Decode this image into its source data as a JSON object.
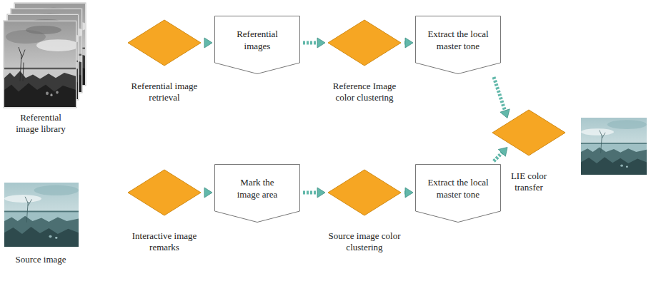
{
  "diagram": {
    "nodes": [
      {
        "text": [
          "Referential image retrieval"
        ]
      },
      {
        "text": [
          "Referential images"
        ]
      },
      {
        "text": [
          "Reference Image color clustering"
        ]
      },
      {
        "text": [
          "Extract the local master tone"
        ]
      },
      {
        "text": [
          "Interactive image remarks"
        ]
      },
      {
        "text": [
          "Mark the image area"
        ]
      },
      {
        "text": [
          "Source image color clustering"
        ]
      },
      {
        "text": [
          "Extract the local master tone"
        ]
      },
      {
        "text": [
          "LIE color transfer"
        ]
      }
    ],
    "edges": [
      {
        "from": 0,
        "to": 1,
        "arrow": "to"
      },
      {
        "from": 1,
        "to": 2,
        "arrow": "to"
      },
      {
        "from": 2,
        "to": 3,
        "arrow": "to"
      },
      {
        "from": 3,
        "to": 8,
        "arrow": "to"
      },
      {
        "from": 4,
        "to": 5,
        "arrow": "to"
      },
      {
        "from": 5,
        "to": 6,
        "arrow": "to"
      },
      {
        "from": 6,
        "to": 7,
        "arrow": "to"
      },
      {
        "from": 7,
        "to": 8,
        "arrow": "to"
      }
    ],
    "labels": [
      "Referential image library",
      "Source image"
    ]
  }
}
